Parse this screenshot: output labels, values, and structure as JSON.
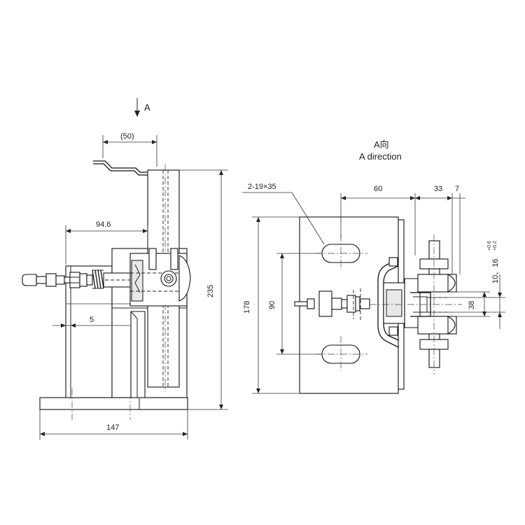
{
  "view_arrow": {
    "label": "A"
  },
  "side_view": {
    "dims": {
      "top_offset": "(50)",
      "overall_height": "235",
      "spring_offset": "94.6",
      "plate_thickness": "5",
      "base_width": "147"
    }
  },
  "a_view": {
    "title_cn": "A向",
    "title_en": "A direction",
    "dims": {
      "slots": "2-19×35",
      "slot_to_clip": "60",
      "clip_depth": "33",
      "clip_flange": "7",
      "plate_height": "178",
      "slot_pitch": "90",
      "guide_width": "38",
      "rail_thickness": "10、16",
      "tol_upper": "+0.6",
      "tol_lower": "+0.2"
    }
  }
}
